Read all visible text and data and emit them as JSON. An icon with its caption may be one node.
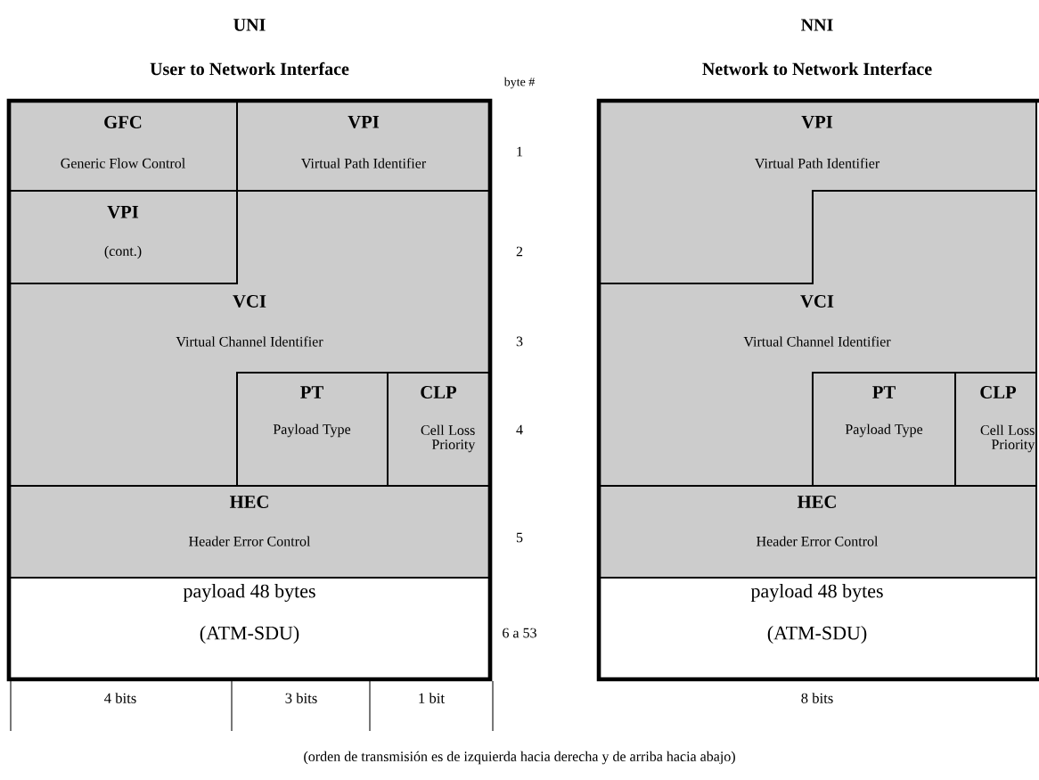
{
  "diagram": {
    "nodes": [
      {
        "text": [
          "GFC",
          "Generic Flow Control"
        ]
      },
      {
        "text": [
          "VPI",
          "Virtual Path Identifier"
        ]
      },
      {
        "text": [
          "VPI",
          "(cont.)"
        ]
      },
      {
        "text": [
          "VCI",
          "Virtual Channel Identifier"
        ]
      },
      {
        "text": [
          "PT",
          "Payload Type"
        ]
      },
      {
        "text": [
          "CLP",
          "Cell Loss Priority"
        ]
      },
      {
        "text": [
          "HEC",
          "Header Error Control"
        ]
      },
      {
        "text": [
          "payload 48 bytes",
          "(ATM-SDU)"
        ]
      },
      {
        "text": [
          "VPI",
          "Virtual Path Identifier"
        ]
      },
      {
        "text": [
          "VCI",
          "Virtual Channel Identifier"
        ]
      },
      {
        "text": [
          "PT",
          "Payload Type"
        ]
      },
      {
        "text": [
          "CLP",
          "Cell Loss Priority"
        ]
      },
      {
        "text": [
          "HEC",
          "Header Error Control"
        ]
      },
      {
        "text": [
          "payload 48 bytes",
          "(ATM-SDU)"
        ]
      }
    ],
    "labels": [
      "UNI",
      "NNI",
      "User to Network Interface",
      "byte #",
      "Network to Network Interface",
      "1",
      "2",
      "3",
      "4",
      "5",
      "6 a 53",
      "4 bits",
      "3 bits",
      "1 bit",
      "8 bits",
      "(orden de transmisión es de izquierda hacia derecha y de arriba hacia abajo)"
    ]
  }
}
